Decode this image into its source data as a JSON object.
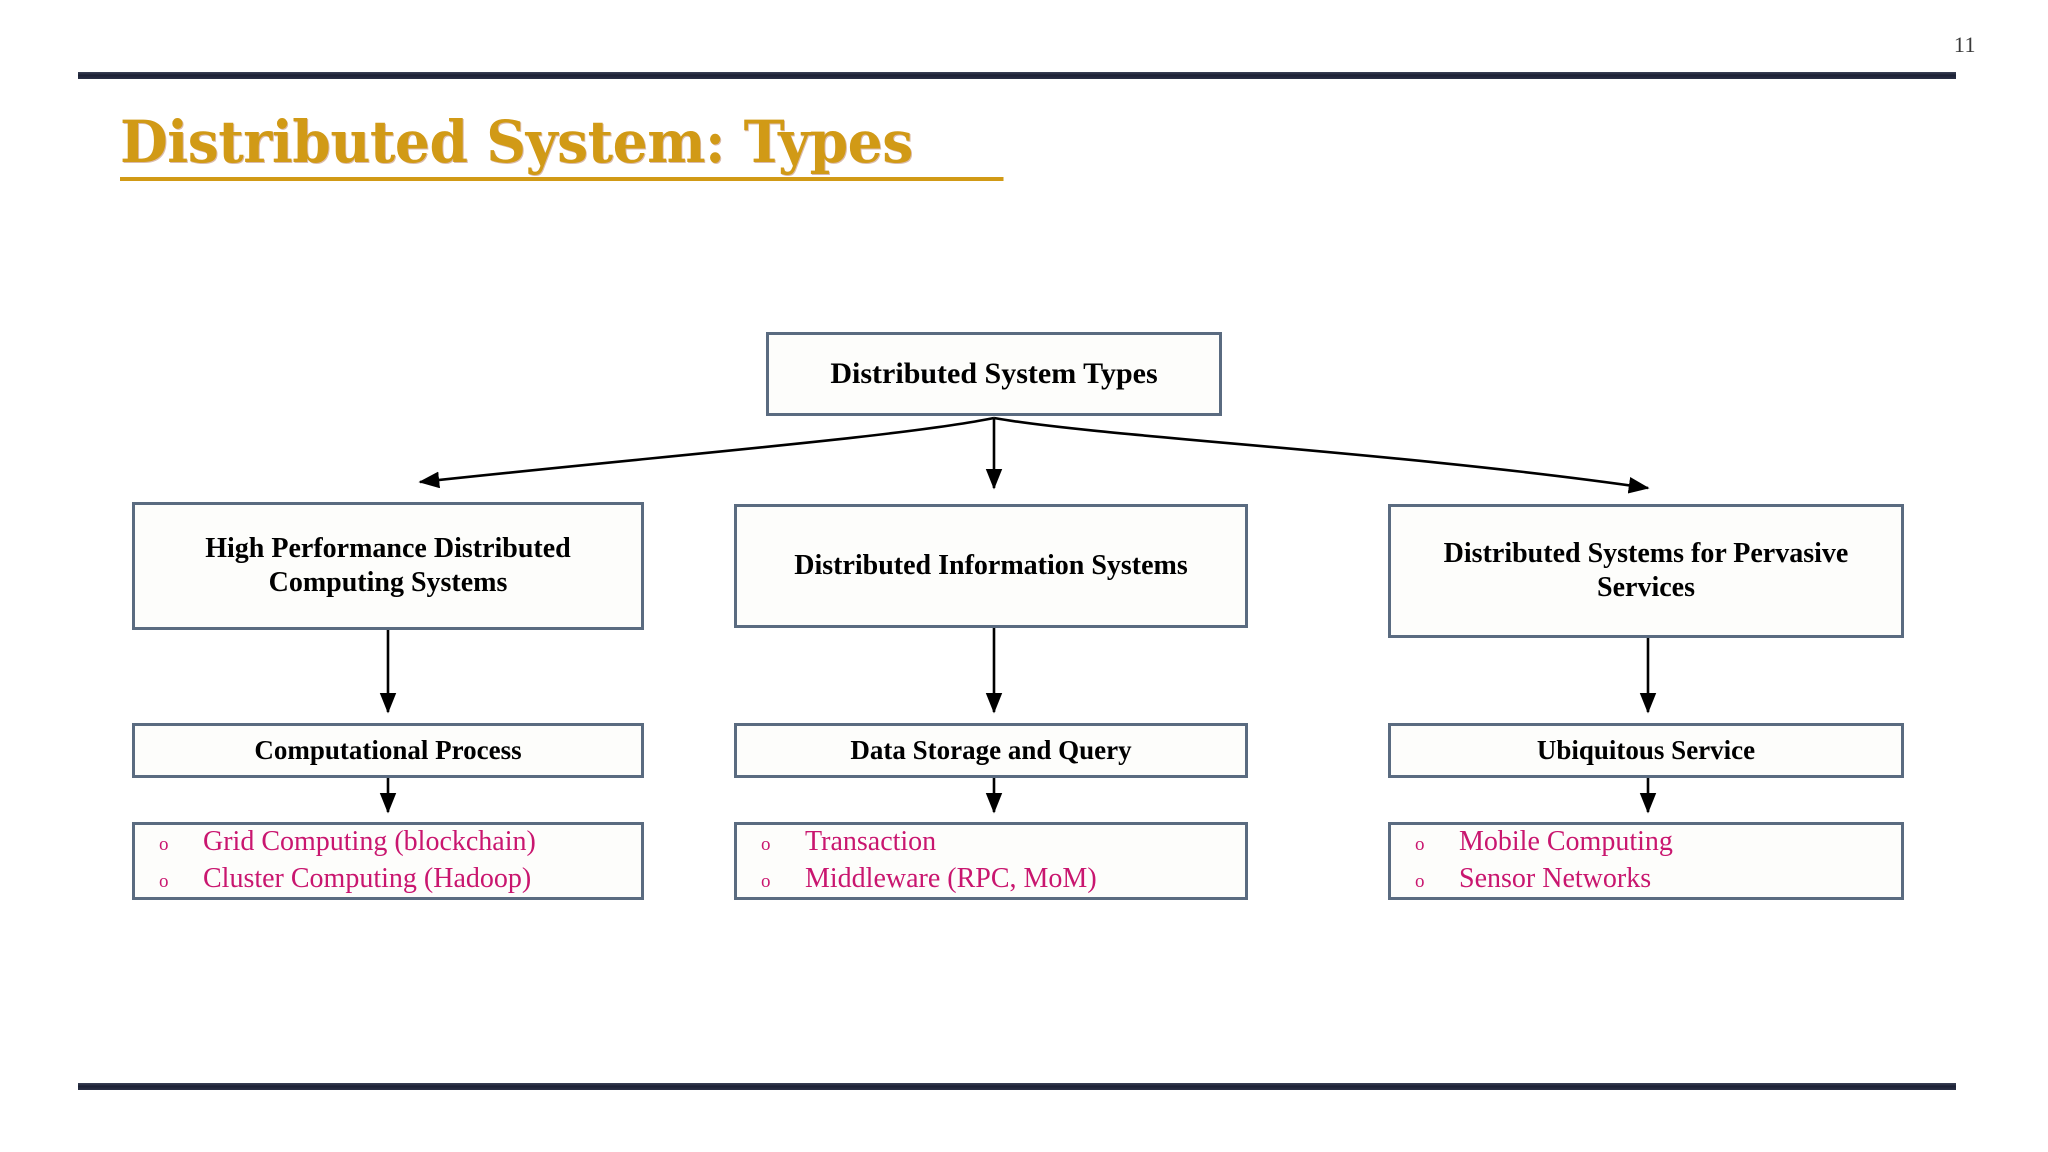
{
  "slide": {
    "number": "11",
    "title": "Distributed System: Types",
    "title_color": "#D19A16",
    "rule_color": "#1b2034",
    "box_border_color": "#5a6b80",
    "bullet_text_color": "#C9166F",
    "background": "#ffffff"
  },
  "diagram": {
    "type": "tree",
    "root": {
      "label": "Distributed System Types"
    },
    "branches": [
      {
        "level2": {
          "label": "High Performance Distributed Computing Systems"
        },
        "level3": {
          "label": "Computational Process"
        },
        "items": [
          {
            "marker": "o",
            "text": "Grid Computing (blockchain)"
          },
          {
            "marker": "o",
            "text": "Cluster Computing (Hadoop)"
          }
        ]
      },
      {
        "level2": {
          "label": "Distributed Information Systems"
        },
        "level3": {
          "label": "Data Storage and Query"
        },
        "items": [
          {
            "marker": "o",
            "text": "Transaction"
          },
          {
            "marker": "o",
            "text": "Middleware (RPC, MoM)"
          }
        ]
      },
      {
        "level2": {
          "label": "Distributed Systems for Pervasive Services"
        },
        "level3": {
          "label": "Ubiquitous Service"
        },
        "items": [
          {
            "marker": "o",
            "text": "Mobile Computing"
          },
          {
            "marker": "o",
            "text": "Sensor Networks"
          }
        ]
      }
    ]
  }
}
